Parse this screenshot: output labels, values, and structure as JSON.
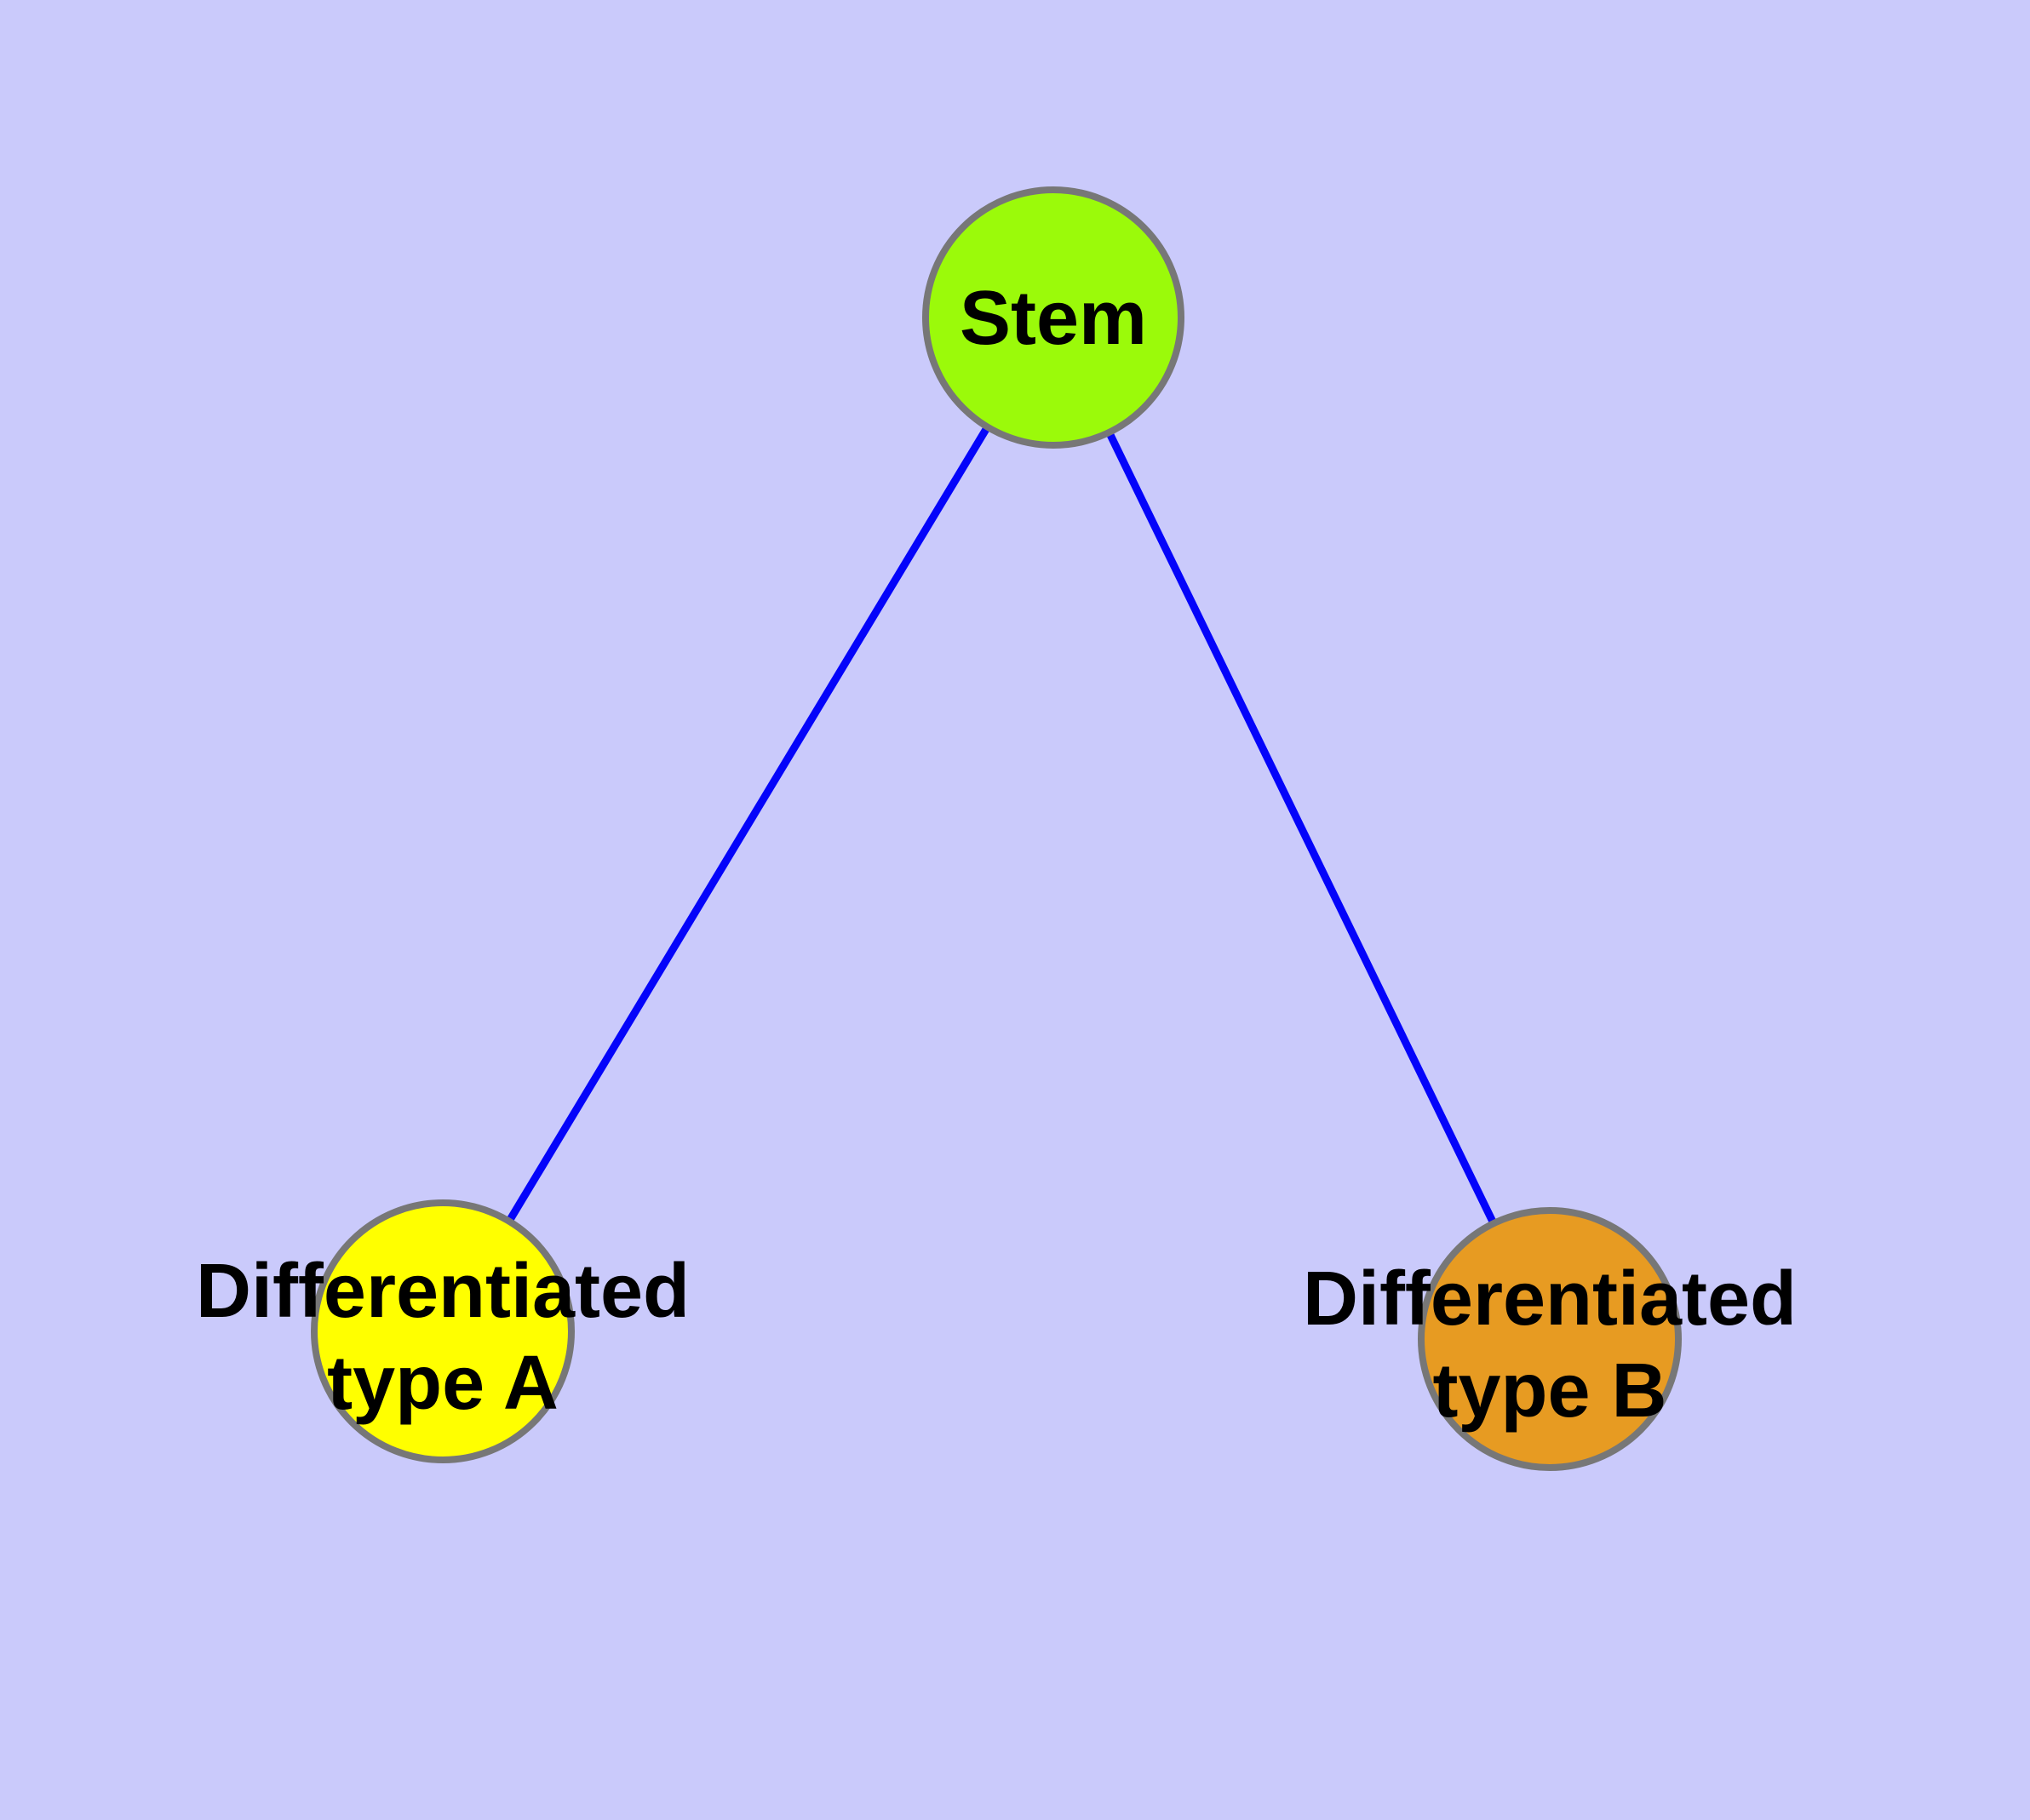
{
  "diagram": {
    "type": "node-link-graph",
    "background_color": "#cacafb",
    "edge_color": "#0404fa",
    "node_border_color": "#777777",
    "label_color": "#000000",
    "nodes": [
      {
        "id": "stem",
        "label": "Stem",
        "label_lines": [
          "Stem"
        ],
        "color": "#9bfa0a"
      },
      {
        "id": "differentiated-type-a",
        "label": "Differentiated type A",
        "label_lines": [
          "Differentiated",
          "type A"
        ],
        "color": "#ffff00"
      },
      {
        "id": "differentiated-type-b",
        "label": "Differentiated type B",
        "label_lines": [
          "Differentiated",
          "type B"
        ],
        "color": "#e79b22"
      }
    ],
    "edges": [
      {
        "from": "Stem",
        "to": "Differentiated type A"
      },
      {
        "from": "Stem",
        "to": "Differentiated type B"
      }
    ]
  }
}
